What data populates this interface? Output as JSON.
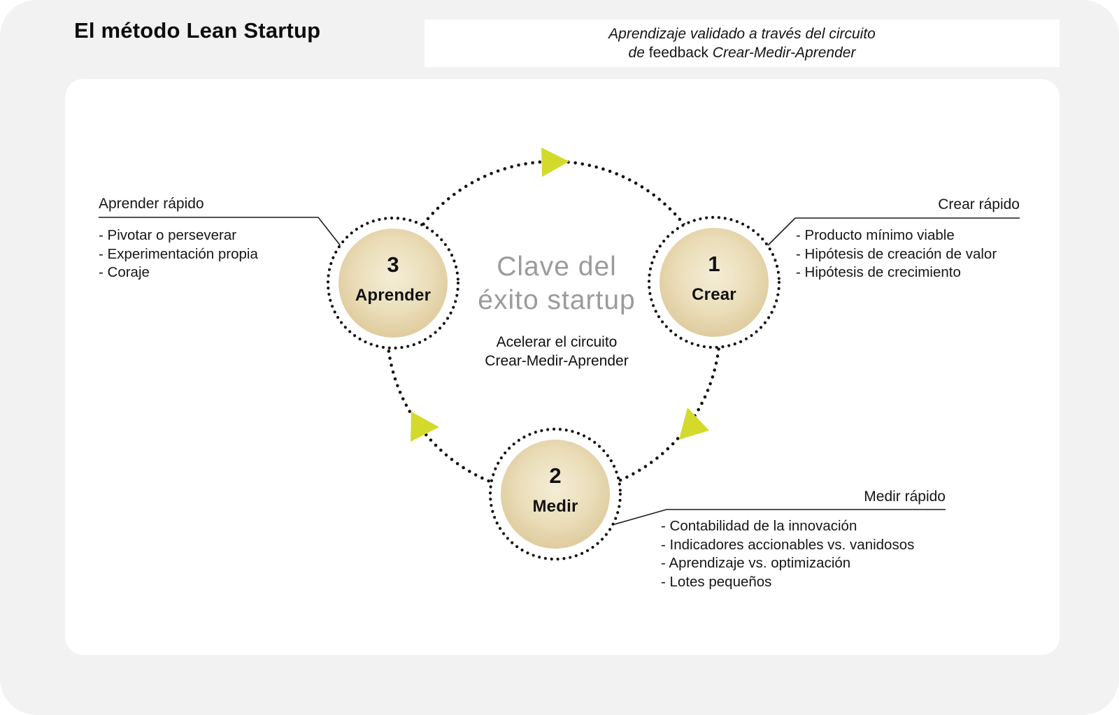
{
  "title": "El método Lean Startup",
  "header": {
    "line1": "Aprendizaje validado a través del circuito",
    "line2_pre": "de ",
    "line2_feedback": "feedback",
    "line2_post": " Crear-Medir-Aprender"
  },
  "center": {
    "headline_line1": "Clave del",
    "headline_line2": "éxito startup",
    "sub_line1": "Acelerar el circuito",
    "sub_line2": "Crear-Medir-Aprender"
  },
  "nodes": [
    {
      "id": "crear",
      "number": "1",
      "label": "Crear"
    },
    {
      "id": "medir",
      "number": "2",
      "label": "Medir"
    },
    {
      "id": "aprender",
      "number": "3",
      "label": "Aprender"
    }
  ],
  "callouts": {
    "aprender": {
      "title": "Aprender rápido",
      "items": [
        "- Pivotar o perseverar",
        "- Experimentación propia",
        "- Coraje"
      ]
    },
    "crear": {
      "title": "Crear rápido",
      "items": [
        "- Producto mínimo viable",
        "- Hipótesis de creación de valor",
        "- Hipótesis de crecimiento"
      ]
    },
    "medir": {
      "title": "Medir rápido",
      "items": [
        "- Contabilidad de la innovación",
        "- Indicadores accionables vs. vanidosos",
        "- Aprendizaje vs. optimización",
        "- Lotes pequeños"
      ]
    }
  },
  "colors": {
    "arrow": "#d3da2c",
    "dots": "#111111",
    "circle_center": "#f4edd7",
    "circle_mid": "#eaddb8",
    "circle_edge": "#dcc697",
    "muted_text": "#9b9b9b",
    "page_bg": "#f2f2f2"
  }
}
